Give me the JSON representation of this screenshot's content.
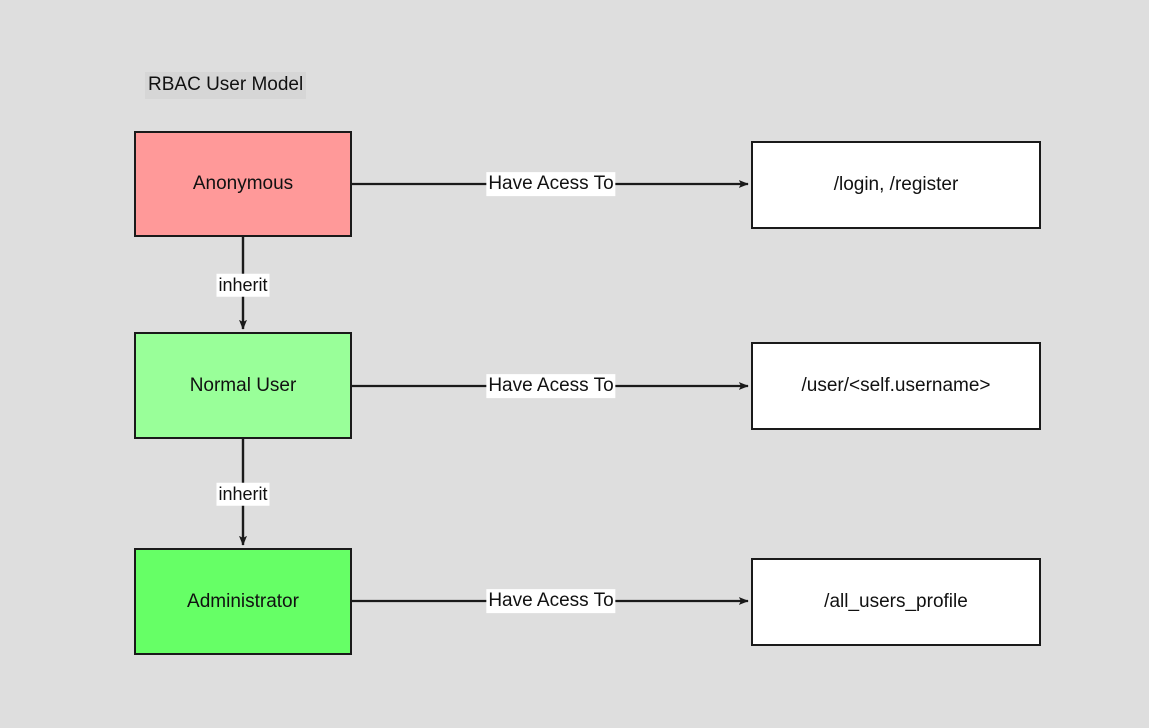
{
  "diagram": {
    "title": "RBAC User Model",
    "background_color": "#dedede",
    "type": "flowchart",
    "roles": [
      {
        "id": "anonymous",
        "label": "Anonymous",
        "fill": "#ff9999",
        "access_label": "Have Acess To",
        "resource": "/login, /register"
      },
      {
        "id": "normal-user",
        "label": "Normal User",
        "fill": "#99ff99",
        "access_label": "Have Acess To",
        "resource": "/user/<self.username>"
      },
      {
        "id": "administrator",
        "label": "Administrator",
        "fill": "#66ff66",
        "access_label": "Have Acess To",
        "resource": "/all_users_profile"
      }
    ],
    "inheritance": [
      {
        "from": "anonymous",
        "to": "normal-user",
        "label": "inherit"
      },
      {
        "from": "normal-user",
        "to": "administrator",
        "label": "inherit"
      }
    ]
  }
}
